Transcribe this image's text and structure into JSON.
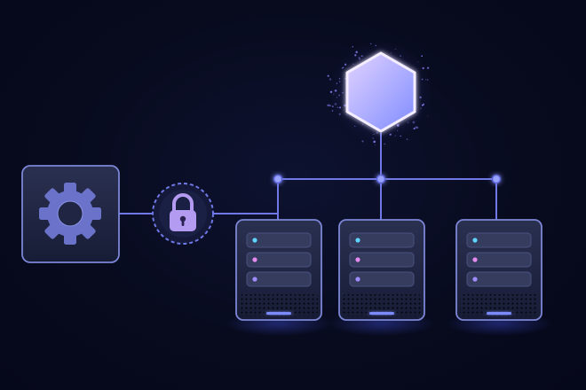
{
  "diagram": {
    "nodes": [
      {
        "id": "hub",
        "icon": "hexagon-hub-icon"
      },
      {
        "id": "settings",
        "icon": "gear-icon"
      },
      {
        "id": "security",
        "icon": "lock-icon"
      },
      {
        "id": "server-1",
        "icon": "server-icon"
      },
      {
        "id": "server-2",
        "icon": "server-icon"
      },
      {
        "id": "server-3",
        "icon": "server-icon"
      }
    ],
    "edges": [
      {
        "from": "settings",
        "to": "security"
      },
      {
        "from": "security",
        "to": "server-1"
      },
      {
        "from": "hub",
        "to": "server-1"
      },
      {
        "from": "hub",
        "to": "server-2"
      },
      {
        "from": "hub",
        "to": "server-3"
      }
    ]
  },
  "colors": {
    "background": "#070a1c",
    "line": "#6f78e6",
    "hub_fill_top": "#e2d3ff",
    "hub_fill_bottom": "#7f8cff",
    "panel_fill": "#1c2240",
    "panel_stroke": "#7c86d6",
    "gear": "#6a73c9",
    "lock": "#b49bf2",
    "led_cyan": "#5fd4ff",
    "led_pink": "#e58bf0",
    "led_purple": "#a08cff",
    "status_bar": "#7b8cff"
  }
}
